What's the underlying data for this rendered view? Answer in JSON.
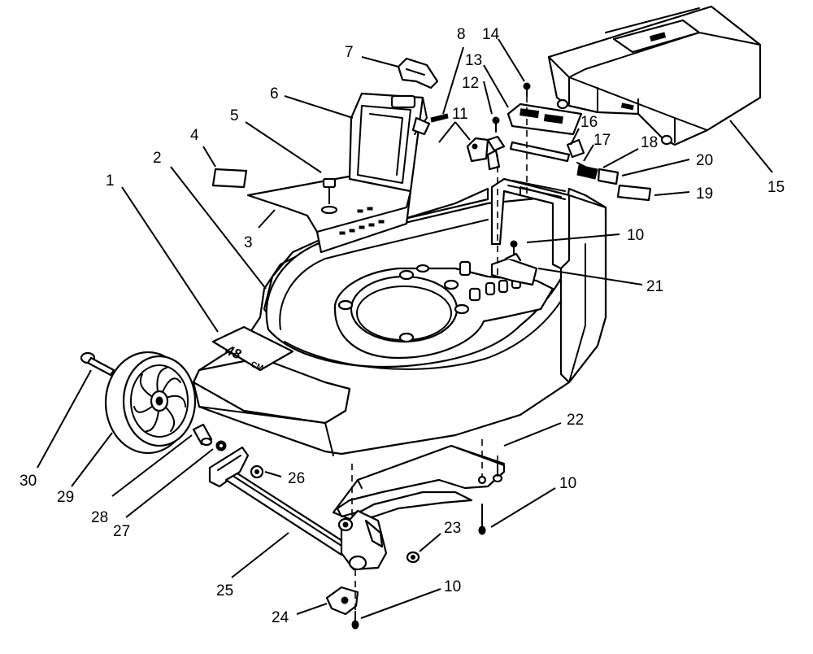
{
  "deck_marking": {
    "size": "48",
    "unit": "CM"
  },
  "callouts": [
    {
      "id": "c1",
      "label": "1"
    },
    {
      "id": "c2",
      "label": "2"
    },
    {
      "id": "c3",
      "label": "3"
    },
    {
      "id": "c4",
      "label": "4"
    },
    {
      "id": "c5",
      "label": "5"
    },
    {
      "id": "c6",
      "label": "6"
    },
    {
      "id": "c7",
      "label": "7"
    },
    {
      "id": "c8",
      "label": "8"
    },
    {
      "id": "c10a",
      "label": "10"
    },
    {
      "id": "c10b",
      "label": "10"
    },
    {
      "id": "c10c",
      "label": "10"
    },
    {
      "id": "c11",
      "label": "11"
    },
    {
      "id": "c12",
      "label": "12"
    },
    {
      "id": "c13",
      "label": "13"
    },
    {
      "id": "c14",
      "label": "14"
    },
    {
      "id": "c15",
      "label": "15"
    },
    {
      "id": "c16",
      "label": "16"
    },
    {
      "id": "c17",
      "label": "17"
    },
    {
      "id": "c18",
      "label": "18"
    },
    {
      "id": "c19",
      "label": "19"
    },
    {
      "id": "c20",
      "label": "20"
    },
    {
      "id": "c21",
      "label": "21"
    },
    {
      "id": "c22",
      "label": "22"
    },
    {
      "id": "c23",
      "label": "23"
    },
    {
      "id": "c24",
      "label": "24"
    },
    {
      "id": "c25",
      "label": "25"
    },
    {
      "id": "c26",
      "label": "26"
    },
    {
      "id": "c27",
      "label": "27"
    },
    {
      "id": "c28",
      "label": "28"
    },
    {
      "id": "c29",
      "label": "29"
    },
    {
      "id": "c30",
      "label": "30"
    }
  ]
}
